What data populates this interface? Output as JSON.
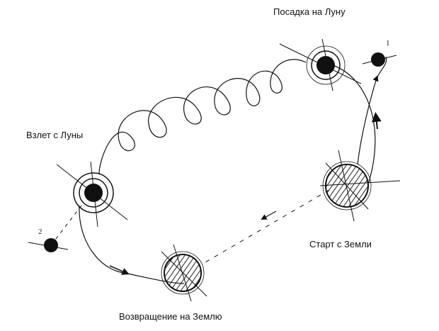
{
  "labels": {
    "moon_landing": "Посадка на Луну",
    "moon_takeoff": "Взлет с Луны",
    "earth_start": "Старт с Земли",
    "earth_return": "Возвращение на Землю"
  },
  "markers": {
    "position_1": "1",
    "position_2": "2"
  },
  "colors": {
    "ink": "#111111",
    "paper": "#ffffff"
  }
}
